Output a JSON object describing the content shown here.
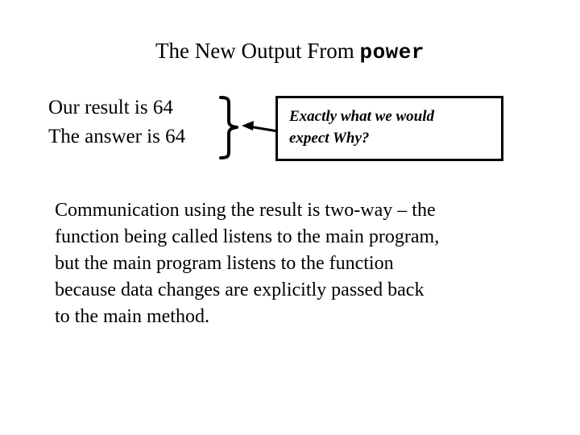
{
  "slide": {
    "background_color": "#ffffff",
    "text_color": "#000000",
    "title": {
      "plain": "The New Output From ",
      "mono": "power"
    },
    "output_block": {
      "lines": [
        "Our result is 64",
        "The answer is 64"
      ],
      "brace": "right-curly-brace",
      "arrow": "left-pointing-arrow"
    },
    "callout": {
      "lines": [
        "Exactly what we would",
        "expect Why?"
      ],
      "border_color": "#000000"
    },
    "body": {
      "lines": [
        "Communication using the result is two-way – the",
        "function being called listens to the main program,",
        "but the main program listens to the function",
        "because data changes are explicitly passed back",
        "to the main method."
      ]
    }
  }
}
